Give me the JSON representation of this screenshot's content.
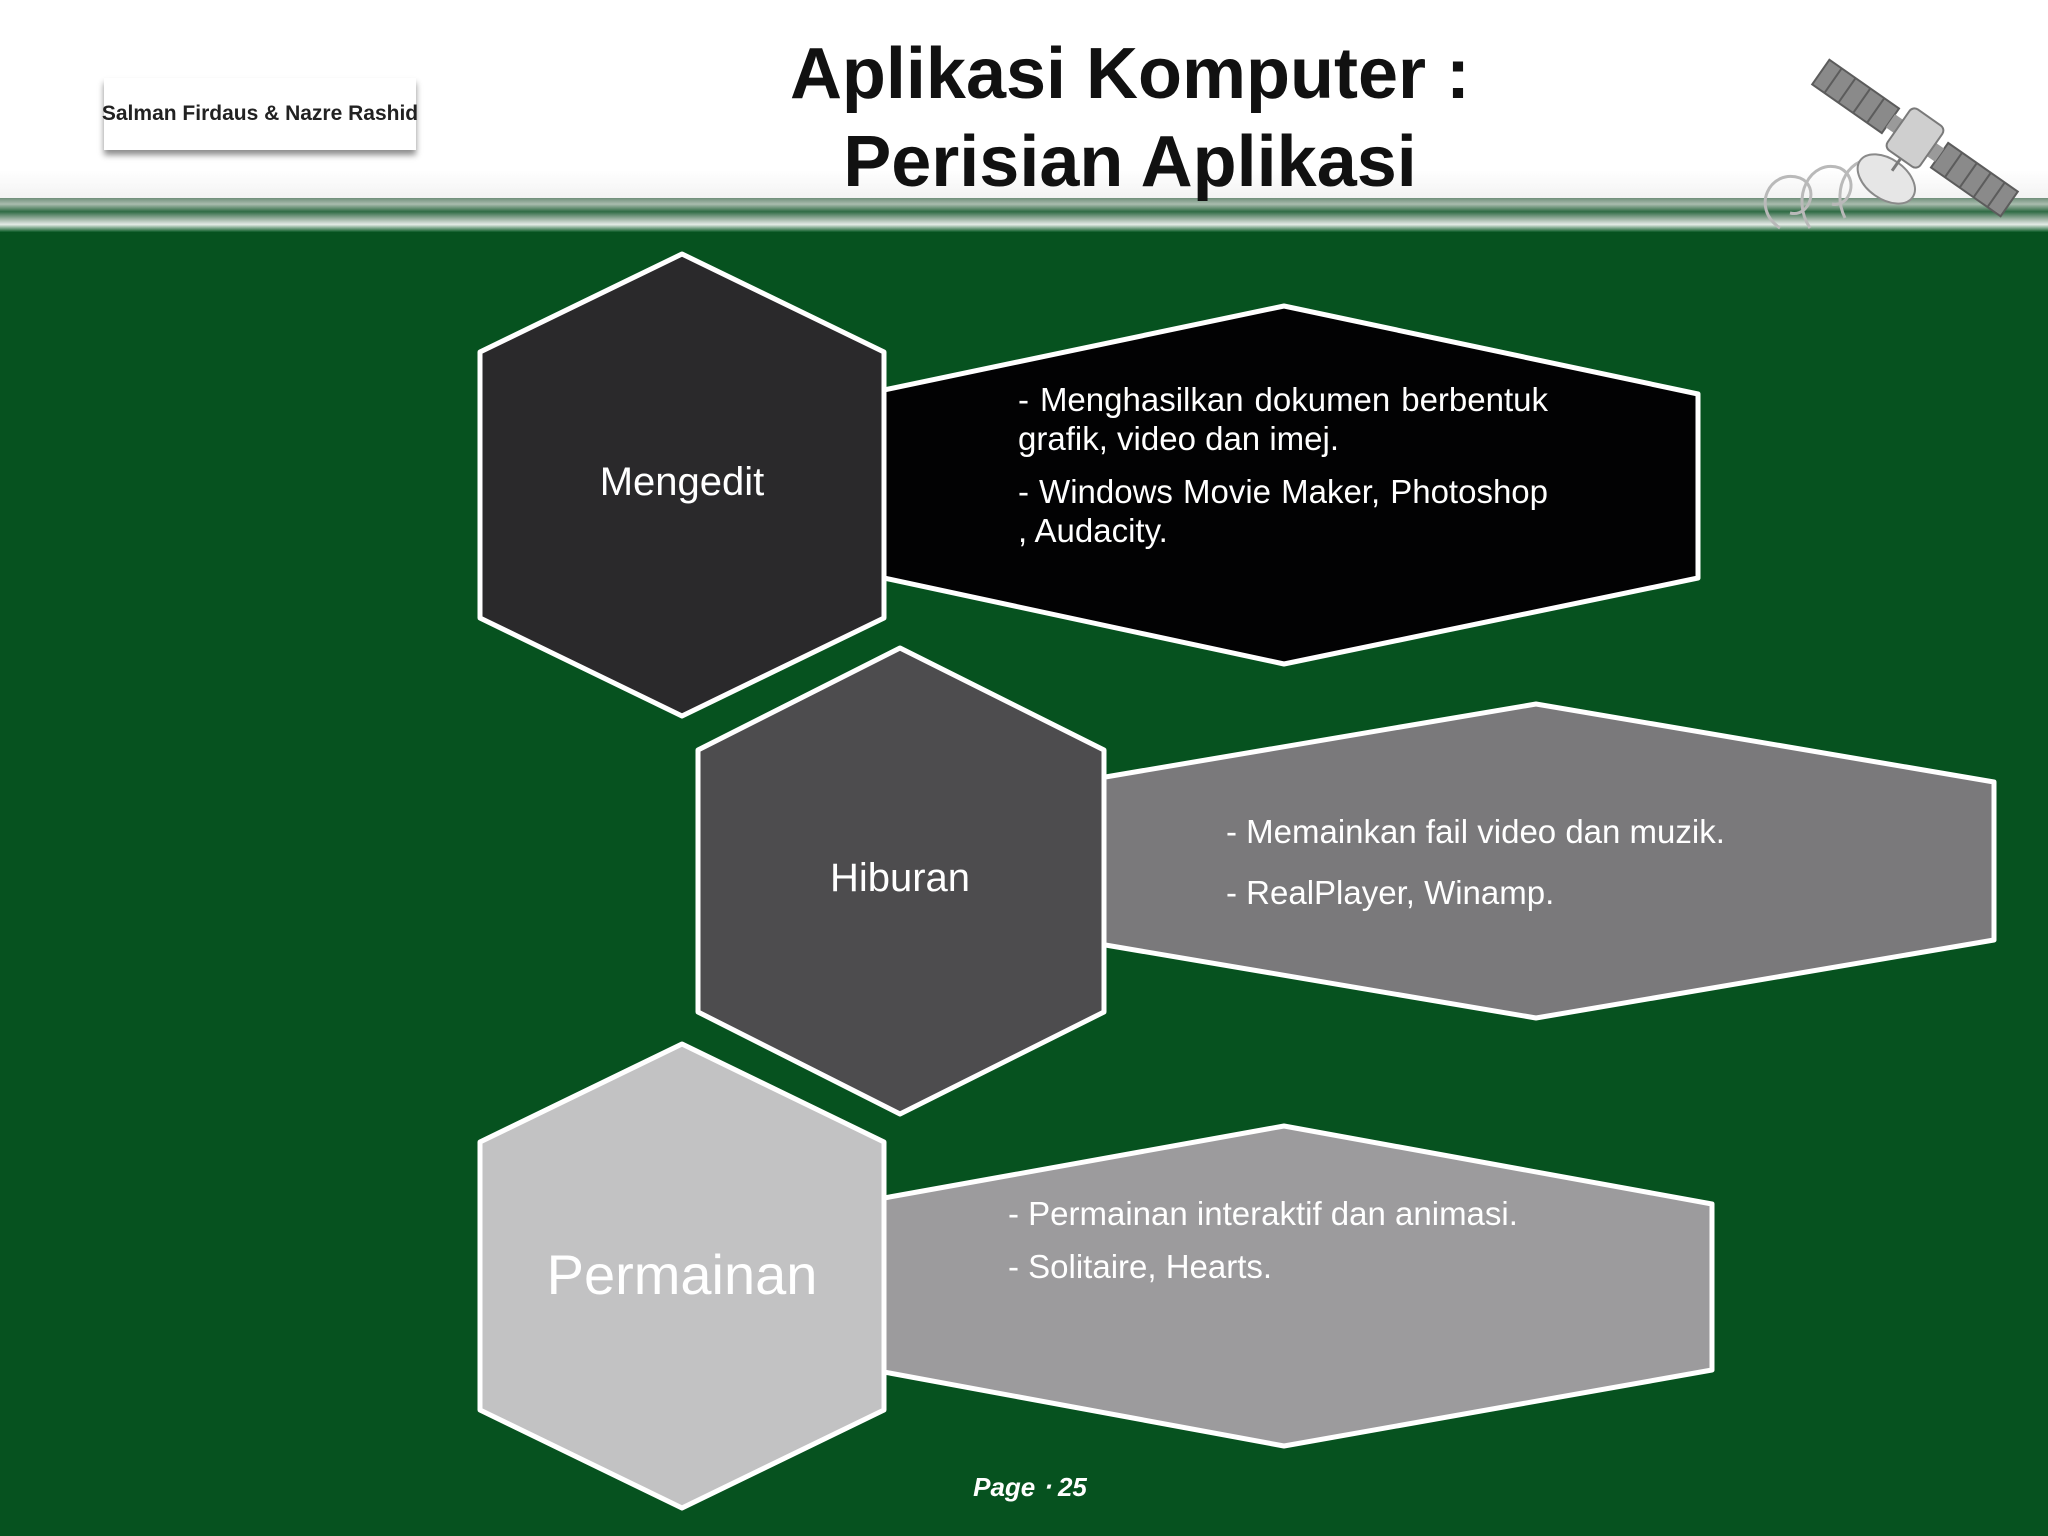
{
  "header": {
    "author": "Salman Firdaus & Nazre Rashid",
    "title_line1": "Aplikasi Komputer :",
    "title_line2": "Perisian Aplikasi"
  },
  "items": [
    {
      "label": "Mengedit",
      "points": [
        "- Menghasilkan dokumen berbentuk grafik, video dan imej.",
        "- Windows Movie Maker, Photoshop , Audacity."
      ],
      "hex_color": "#2a292b",
      "panel_color": "#020203"
    },
    {
      "label": "Hiburan",
      "points": [
        "- Memainkan fail video dan muzik.",
        "-  RealPlayer, Winamp."
      ],
      "hex_color": "#4d4c4e",
      "panel_color": "#7a797b"
    },
    {
      "label": "Permainan",
      "points": [
        "- Permainan interaktif dan animasi.",
        "- Solitaire, Hearts."
      ],
      "hex_color": "#c2c2c3",
      "panel_color": "#9c9b9d"
    }
  ],
  "footer": {
    "page": "Page ‧ 25"
  },
  "colors": {
    "background": "#06521f",
    "header": "#ffffff",
    "outline": "#ffffff"
  },
  "icons": {
    "corner": "satellite-icon"
  }
}
